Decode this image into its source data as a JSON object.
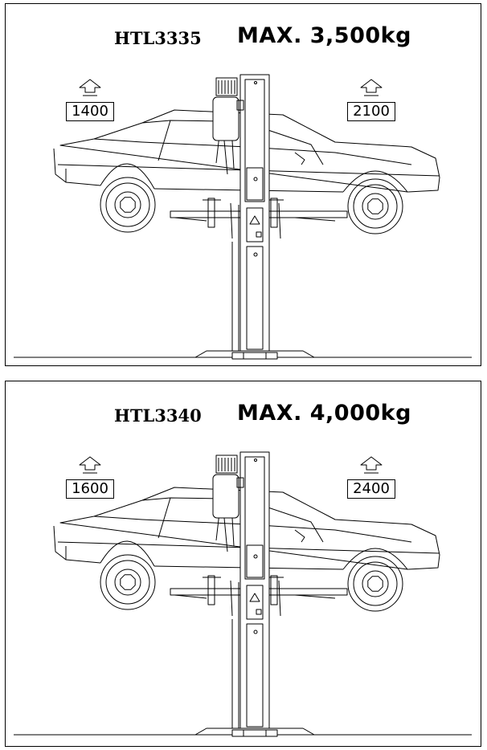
{
  "panels": [
    {
      "model": "HTL3335",
      "max_capacity": "MAX. 3,500kg",
      "load_left": "1400",
      "load_right": "2100"
    },
    {
      "model": "HTL3340",
      "max_capacity": "MAX. 4,000kg",
      "load_left": "1600",
      "load_right": "2400"
    }
  ],
  "icons": {
    "lift_arrow": "up-arrow-icon",
    "vehicle": "car-icon",
    "column": "lift-column-icon"
  }
}
